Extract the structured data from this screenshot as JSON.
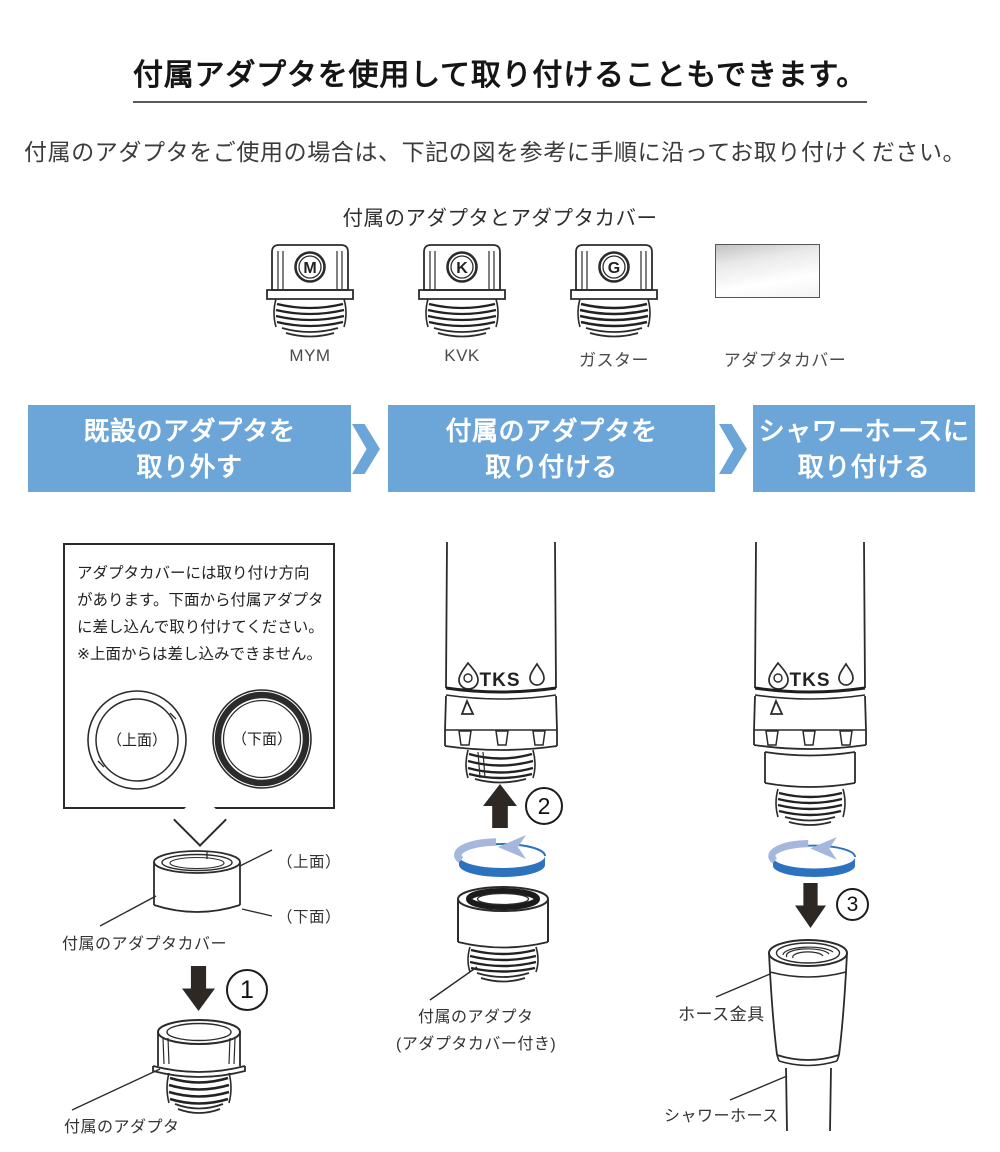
{
  "page": {
    "title": "付属アダプタを使用して取り付けることもできます。",
    "intro": "付属のアダプタをご使用の場合は、下記の図を参考に手順に沿ってお取り付けください。"
  },
  "adapter_section": {
    "heading": "付属のアダプタとアダプタカバー",
    "items": [
      {
        "glyph": "M",
        "label": "MYM"
      },
      {
        "glyph": "K",
        "label": "KVK"
      },
      {
        "glyph": "G",
        "label": "ガスター"
      },
      {
        "glyph": "",
        "label": "アダプタカバー"
      }
    ]
  },
  "steps": [
    {
      "line1": "既設のアダプタを",
      "line2": "取り外す"
    },
    {
      "line1": "付属のアダプタを",
      "line2": "取り付ける"
    },
    {
      "line1": "シャワーホースに",
      "line2": "取り付ける"
    }
  ],
  "note_box": {
    "lines": [
      "アダプタカバーには取り付け方向",
      "があります。下面から付属アダプタ",
      "に差し込んで取り付けてください。",
      "※上面からは差し込みできません。"
    ],
    "ring_top_label": "（上面）",
    "ring_bottom_label": "（下面）"
  },
  "figure1": {
    "cover_top_callout": "（上面）",
    "cover_bottom_callout": "（下面）",
    "cover_label": "付属のアダプタカバー",
    "number": "1",
    "adapter_label": "付属のアダプタ"
  },
  "figure2": {
    "number": "2",
    "label_line1": "付属のアダプタ",
    "label_line2": "(アダプタカバー付き)"
  },
  "figure3": {
    "number": "3",
    "fitting_label": "ホース金具",
    "hose_label": "シャワーホース"
  },
  "brand": {
    "name": "TKS"
  },
  "colors": {
    "banner_blue": "#6CA6D9",
    "rotation_blue": "#2C72BF",
    "rotation_blue_light": "#A6B7DE",
    "arrow_dark": "#2E2824",
    "line_dark": "#2b2b2b"
  }
}
